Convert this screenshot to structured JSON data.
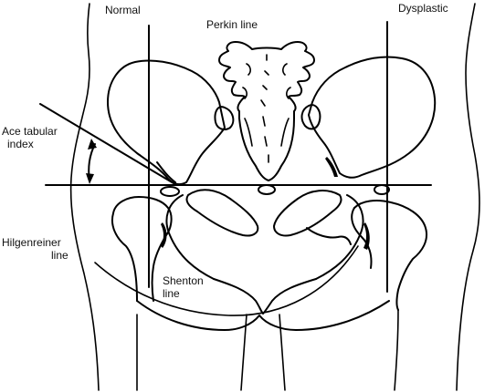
{
  "labels": {
    "normal": "Normal",
    "dysplastic": "Dysplastic",
    "perkin_line": "Perkin line",
    "acetabular_index_line1": "Ace tabular",
    "acetabular_index_line2": "index",
    "hilgenreiner_line1": "Hilgenreiner",
    "hilgenreiner_line2": "line",
    "shenton_line1": "Shenton",
    "shenton_line2": "line"
  },
  "colors": {
    "ink": "#000000",
    "background": "#ffffff"
  }
}
